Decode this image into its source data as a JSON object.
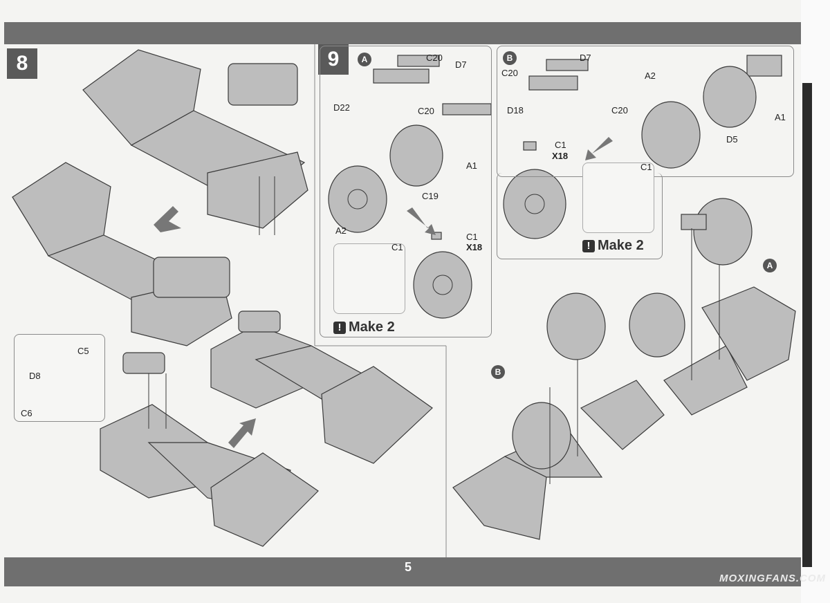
{
  "page_number": "5",
  "watermark": "MOXINGFANS.COM",
  "step8": {
    "number": "8",
    "subassembly_labels": {
      "d8": "D8",
      "c5": "C5",
      "c6": "C6"
    }
  },
  "step9": {
    "number": "9",
    "sub_a": {
      "marker": "A",
      "labels": {
        "c20_top": "C20",
        "d7": "D7",
        "d22": "D22",
        "c20_bot": "C20",
        "a1": "A1",
        "c19": "C19",
        "a2": "A2",
        "c1": "C1",
        "x18": "X18",
        "c1_detail": "C1"
      },
      "make2": "Make 2"
    },
    "sub_b": {
      "marker": "B",
      "labels": {
        "d7": "D7",
        "c20_top": "C20",
        "d18": "D18",
        "c20_bot": "C20",
        "a2": "A2",
        "a1": "A1",
        "d5": "D5",
        "c1": "C1",
        "x18": "X18",
        "c1_detail": "C1"
      },
      "make2": "Make 2"
    },
    "final_markers": {
      "a": "A",
      "b": "B"
    }
  },
  "colors": {
    "band": "#6f6f6f",
    "part_fill": "#bdbdbd",
    "part_stroke": "#3a3a3a",
    "arrow": "#777777"
  }
}
